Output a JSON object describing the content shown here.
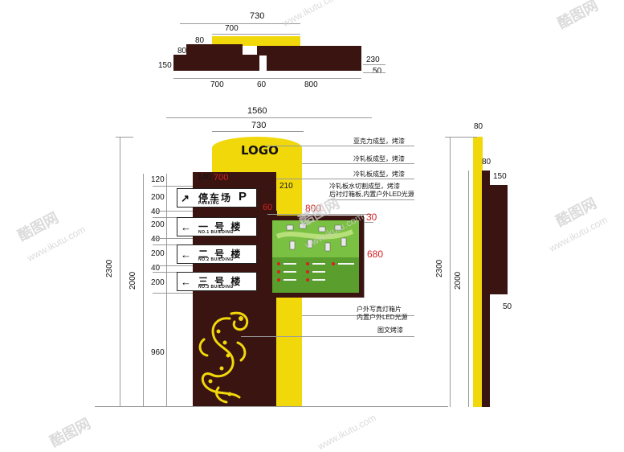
{
  "top_view": {
    "dim_730": "730",
    "dim_700_top": "700",
    "dim_80_a": "80",
    "dim_80_b": "80",
    "dim_150": "150",
    "dim_230": "230",
    "dim_50": "50",
    "dim_700_bottom": "700",
    "dim_60": "60",
    "dim_800": "800"
  },
  "front_view": {
    "dim_1560": "1560",
    "dim_730": "730",
    "logo": "LOGO",
    "dim_140": "140",
    "dim_700_red": "700",
    "dim_120": "120",
    "dim_200_a": "200",
    "dim_40_a": "40",
    "dim_200_b": "200",
    "dim_40_b": "40",
    "dim_200_c": "200",
    "dim_40_c": "40",
    "dim_200_d": "200",
    "dim_960": "960",
    "dim_2300": "2300",
    "dim_2000": "2000",
    "dim_210": "210",
    "dim_60_red": "60",
    "dim_800_red": "800",
    "dim_30_red": "30",
    "dim_680_red": "680",
    "signs": [
      {
        "zh": "停车场",
        "p": "P",
        "en": "PARKING",
        "arrow": "↗"
      },
      {
        "zh": "一 号 楼",
        "en": "NO.1 BUILDING",
        "arrow": "←"
      },
      {
        "zh": "二 号 楼",
        "en": "NO.2 BUILDING",
        "arrow": "←"
      },
      {
        "zh": "三 号 楼",
        "en": "NO.3 BUILDING",
        "arrow": "←"
      }
    ],
    "notes": {
      "n1": "亚克力成型，烤漆",
      "n2": "冷轧板成型，烤漆",
      "n3": "冷轧板成型，烤漆",
      "n4a": "冷轧板水切割成型，烤漆",
      "n4b": "后衬灯箱板,内置户外LED光源",
      "n5a": "户外写真灯箱片",
      "n5b": "内置户外LED光源",
      "n6": "图文烤漆"
    }
  },
  "side_view": {
    "dim_80_top": "80",
    "dim_80_mid": "80",
    "dim_150": "150",
    "dim_2300": "2300",
    "dim_2000": "2000",
    "dim_50": "50"
  },
  "watermark": {
    "brand": "酷图网",
    "url": "www.ikutu.com"
  },
  "colors": {
    "brown": "#3a1410",
    "yellow": "#f1d80a",
    "map_green": "#7ac043"
  }
}
